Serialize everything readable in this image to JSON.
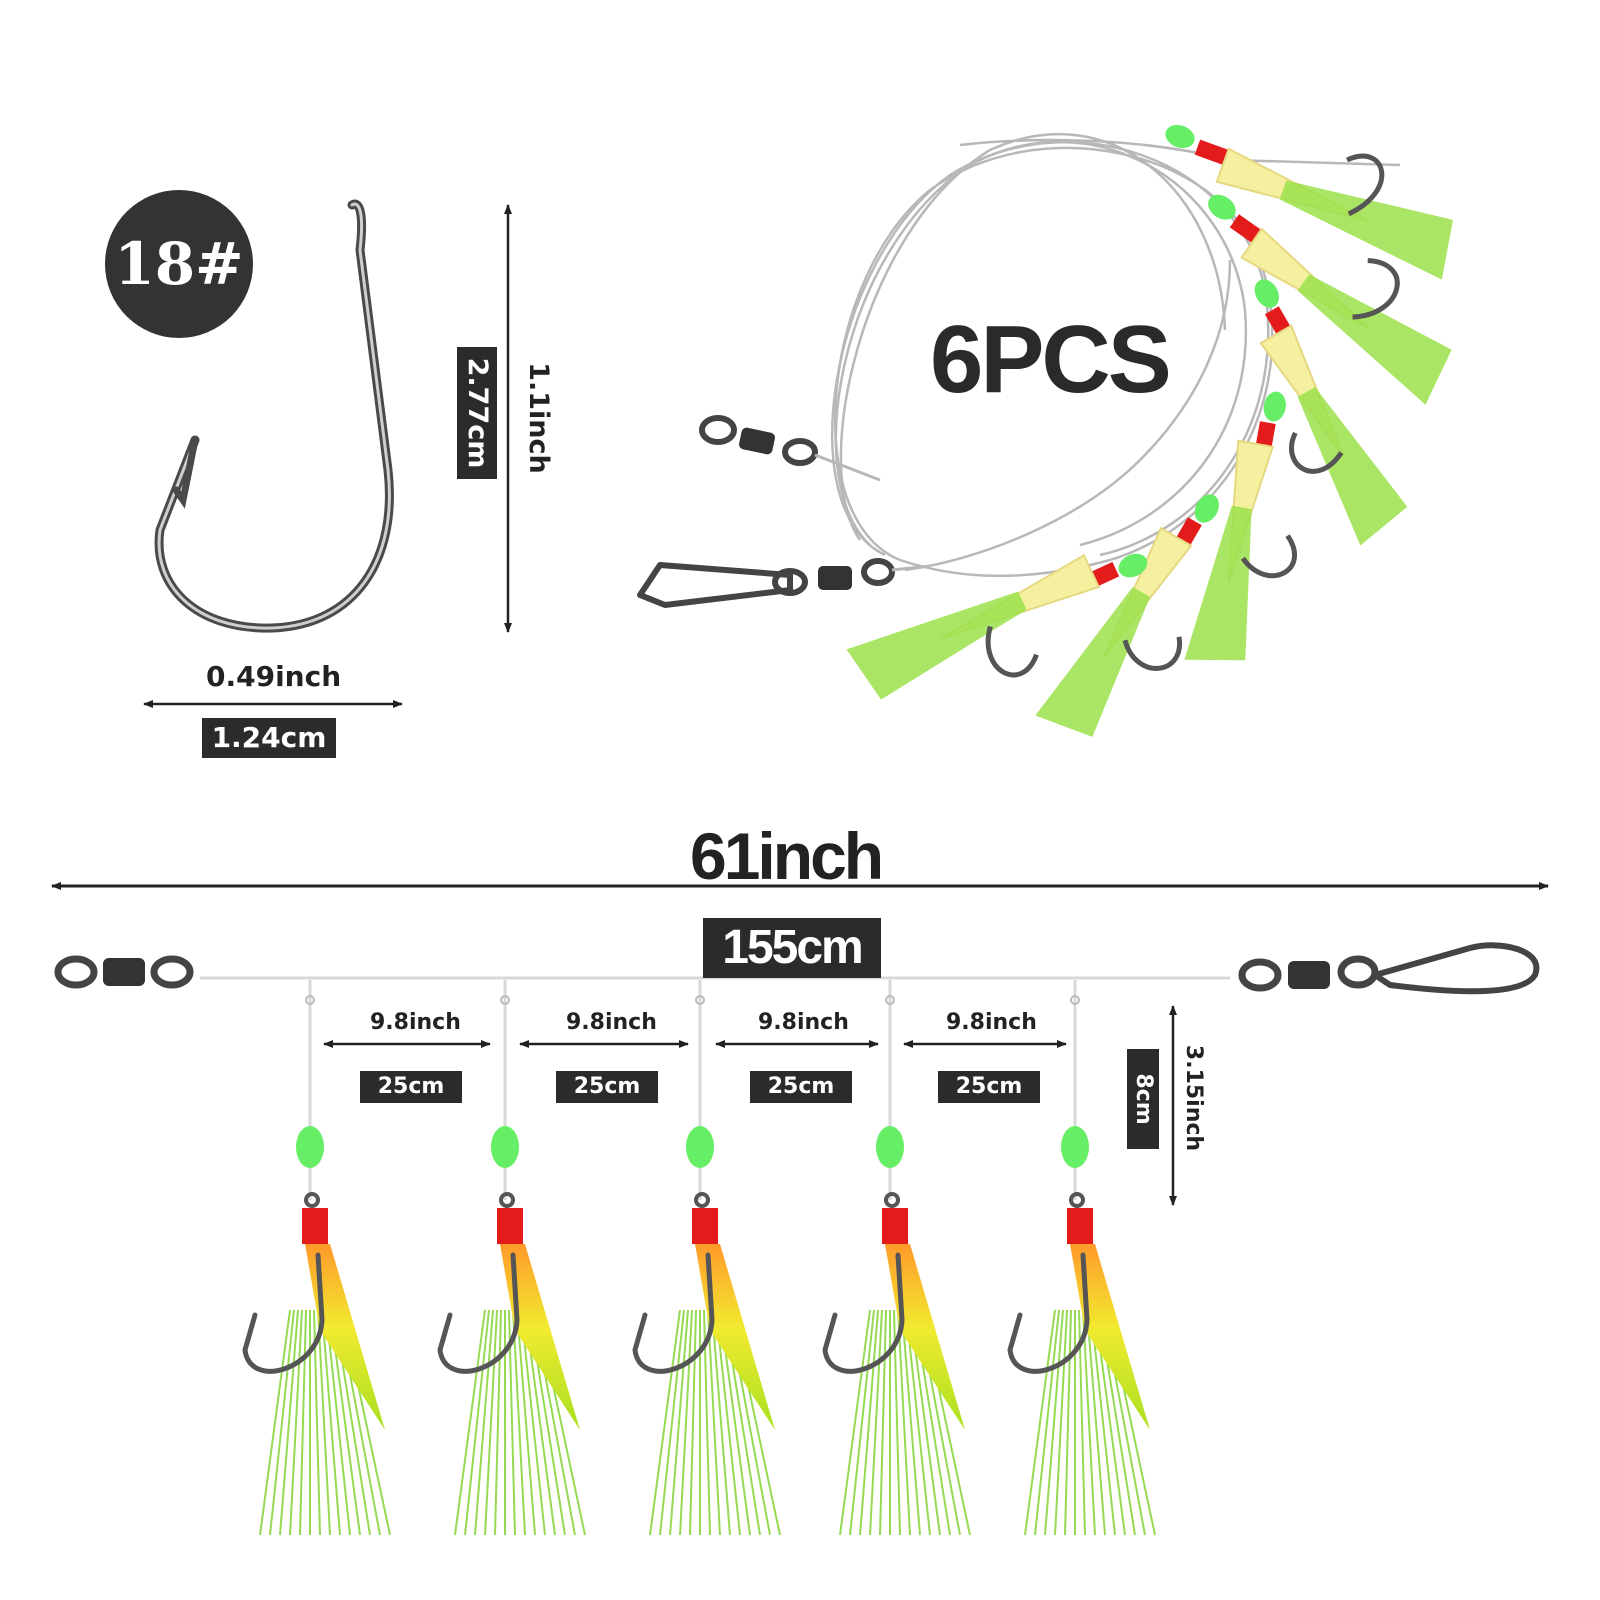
{
  "hook": {
    "size_badge": "18#",
    "height_inch": "1.1inch",
    "height_cm": "2.77cm",
    "width_inch": "0.49inch",
    "width_cm": "1.24cm"
  },
  "rig": {
    "count": "6PCS"
  },
  "length": {
    "total_inch": "61inch",
    "total_cm": "155cm",
    "spacings": [
      {
        "inch": "9.8inch",
        "cm": "25cm"
      },
      {
        "inch": "9.8inch",
        "cm": "25cm"
      },
      {
        "inch": "9.8inch",
        "cm": "25cm"
      },
      {
        "inch": "9.8inch",
        "cm": "25cm"
      }
    ],
    "dropper_inch": "3.15inch",
    "dropper_cm": "8cm"
  },
  "colors": {
    "label_bg": "#2b2b2b",
    "bead": "#66ee66",
    "wrap": "#e31b1b",
    "skirt_body": "#e8f070",
    "flash": "#7cd12a",
    "metal": "#555555"
  },
  "icons": [
    "hook-icon",
    "swivel-icon",
    "snap-icon",
    "bead-icon",
    "feather-skirt-icon"
  ]
}
